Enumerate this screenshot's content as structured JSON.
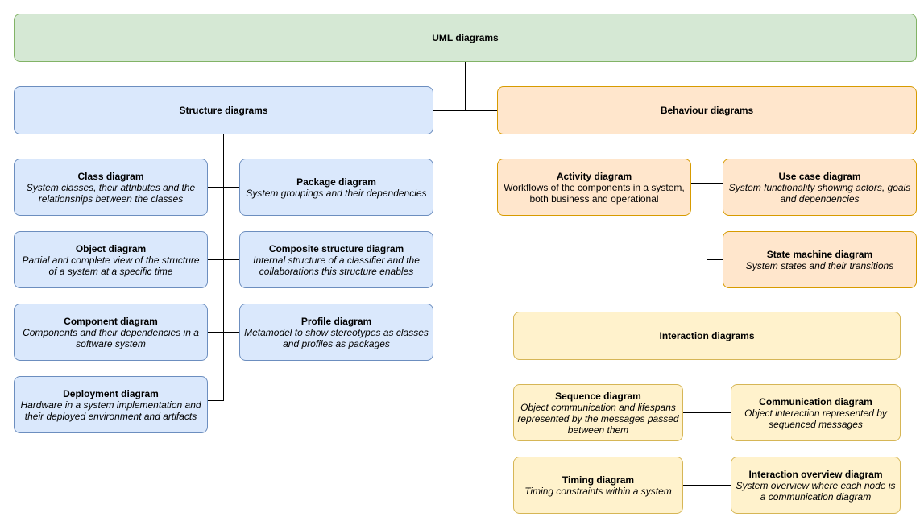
{
  "root": {
    "title": "UML diagrams"
  },
  "structure": {
    "title": "Structure diagrams",
    "class": {
      "title": "Class diagram",
      "desc": "System classes, their attributes and  the relationships between the classes"
    },
    "package": {
      "title": "Package diagram",
      "desc": "System groupings and their dependencies"
    },
    "object": {
      "title": "Object diagram",
      "desc": "Partial and complete view of the structure of a system at a specific time"
    },
    "composite": {
      "title": "Composite structure diagram",
      "desc": "Internal structure of a classifier and the collaborations this structure enables"
    },
    "component": {
      "title": "Component diagram",
      "desc": "Components and their dependencies in a software system"
    },
    "profile": {
      "title": "Profile diagram",
      "desc": "Metamodel to show stereotypes as classes and profiles as packages"
    },
    "deployment": {
      "title": "Deployment diagram",
      "desc": "Hardware in a system implementation and their deployed environment and artifacts"
    }
  },
  "behaviour": {
    "title": "Behaviour diagrams",
    "activity": {
      "title": "Activity diagram",
      "desc": "Workflows of the components in a system, both business and operational"
    },
    "usecase": {
      "title": "Use case diagram",
      "desc": "System functionality showing actors, goals and dependencies"
    },
    "statemachine": {
      "title": "State machine diagram",
      "desc": "System states and their transitions"
    }
  },
  "interaction": {
    "title": "Interaction diagrams",
    "sequence": {
      "title": "Sequence diagram",
      "desc": "Object communication and lifespans represented by the messages passed between them"
    },
    "communication": {
      "title": "Communication diagram",
      "desc": "Object interaction represented by sequenced messages"
    },
    "timing": {
      "title": "Timing diagram",
      "desc": "Timing constraints within a system"
    },
    "overview": {
      "title": "Interaction overview diagram",
      "desc": "System overview where each node is a communication diagram"
    }
  },
  "colors": {
    "root": "#d5e8d4",
    "structure": "#dae8fc",
    "behaviour": "#ffe6cc",
    "interaction": "#fff2cc",
    "line": "#000000"
  }
}
